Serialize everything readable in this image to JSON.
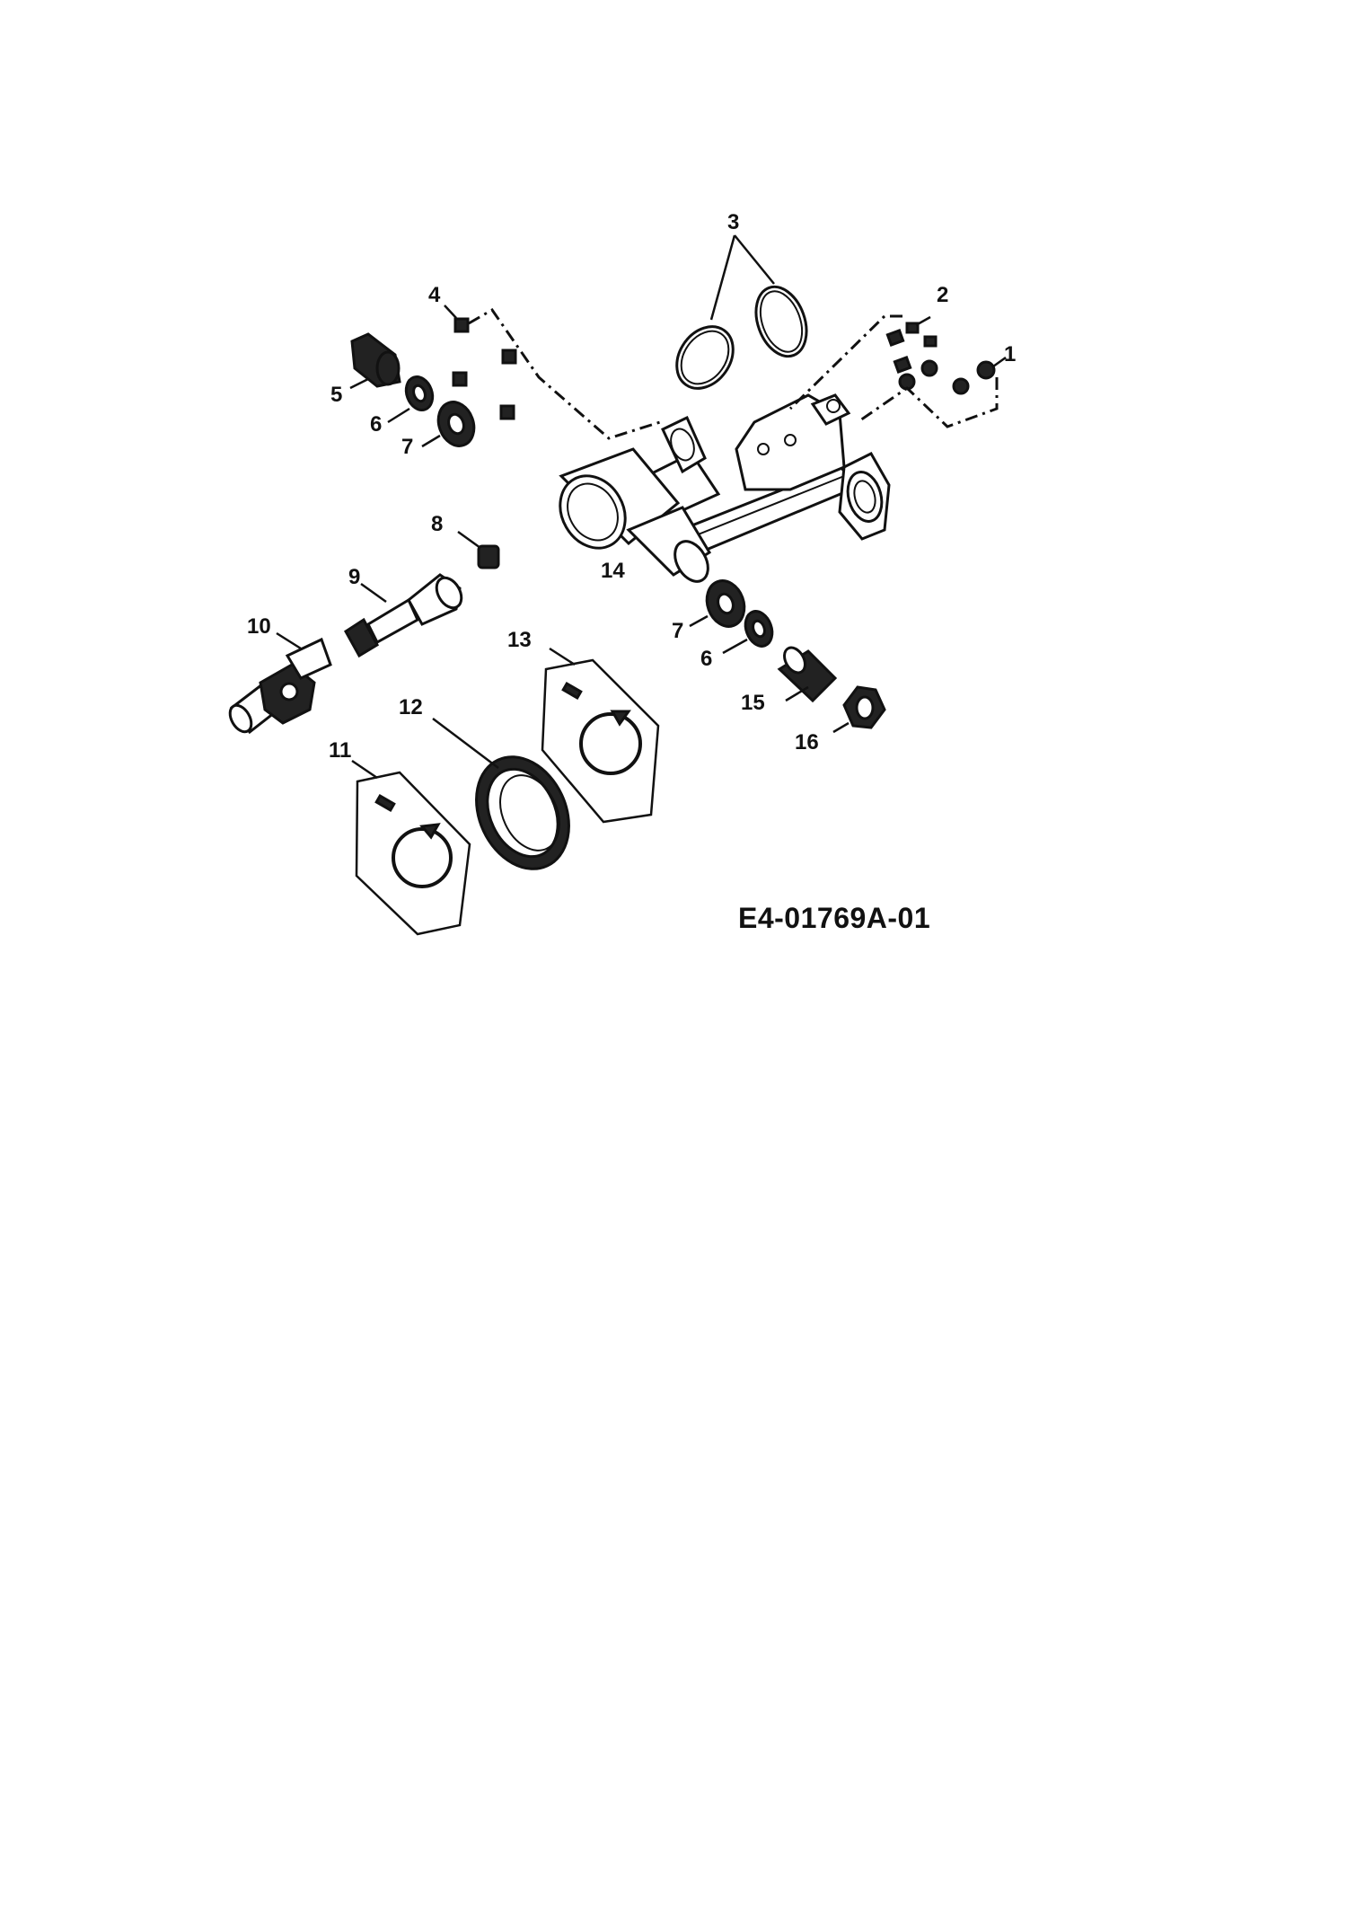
{
  "diagram": {
    "code": "E4-01769A-01",
    "callouts": {
      "c1": "1",
      "c2": "2",
      "c3": "3",
      "c4": "4",
      "c5": "5",
      "c6a": "6",
      "c7a": "7",
      "c8": "8",
      "c9": "9",
      "c10": "10",
      "c11": "11",
      "c12": "12",
      "c13": "13",
      "c14": "14",
      "c7b": "7",
      "c6b": "6",
      "c15": "15",
      "c16": "16"
    }
  }
}
